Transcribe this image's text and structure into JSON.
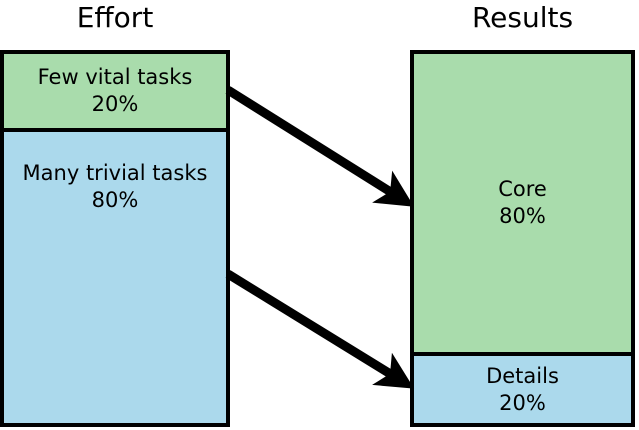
{
  "diagram": {
    "type": "pareto-80-20-flow",
    "background_color": "#ffffff",
    "stroke_color": "#000000",
    "colors": {
      "green": "#a9dcac",
      "blue": "#abd9ec"
    },
    "columns": [
      {
        "id": "effort",
        "title": "Effort",
        "segments": [
          {
            "id": "vital",
            "label": "Few vital tasks",
            "value": "20%",
            "color": "#a9dcac"
          },
          {
            "id": "trivial",
            "label": "Many trivial tasks",
            "value": "80%",
            "color": "#abd9ec"
          }
        ]
      },
      {
        "id": "results",
        "title": "Results",
        "segments": [
          {
            "id": "core",
            "label": "Core",
            "value": "80%",
            "color": "#a9dcac"
          },
          {
            "id": "details",
            "label": "Details",
            "value": "20%",
            "color": "#abd9ec"
          }
        ]
      }
    ],
    "arrows": [
      {
        "id": "vital-to-core",
        "from": "effort.vital",
        "to": "results.core"
      },
      {
        "id": "trivial-to-details",
        "from": "effort.trivial",
        "to": "results.details"
      }
    ]
  }
}
